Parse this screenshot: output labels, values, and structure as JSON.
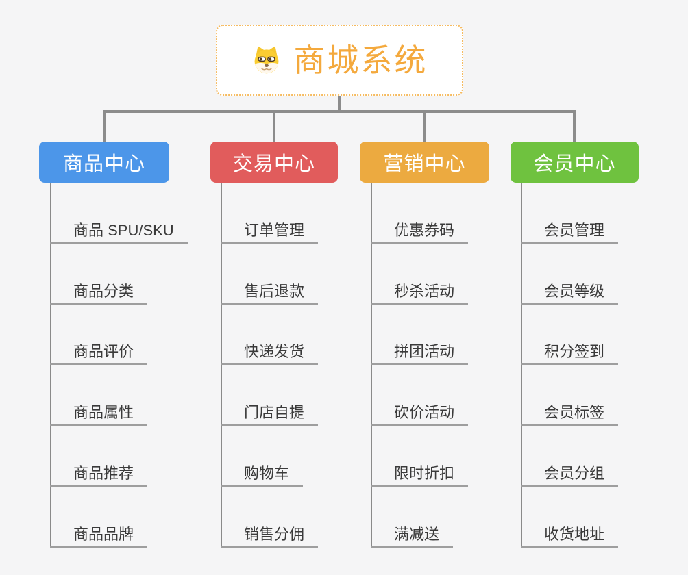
{
  "page": {
    "background": "#F5F5F6",
    "connector_color": "#8C8C8C",
    "leaf_underline_color": "#9E9E9E",
    "leaf_text_color": "#3A3A3A"
  },
  "root": {
    "title": "商城系统",
    "title_color": "#F4A93D",
    "border_color": "#F6BB60",
    "icon": "dog-face-icon"
  },
  "branches": [
    {
      "label": "商品中心",
      "color": "#4C96E9",
      "items": [
        "商品 SPU/SKU",
        "商品分类",
        "商品评价",
        "商品属性",
        "商品推荐",
        "商品品牌"
      ]
    },
    {
      "label": "交易中心",
      "color": "#E15C5C",
      "items": [
        "订单管理",
        "售后退款",
        "快递发货",
        "门店自提",
        "购物车",
        "销售分佣"
      ]
    },
    {
      "label": "营销中心",
      "color": "#ECAA40",
      "items": [
        "优惠券码",
        "秒杀活动",
        "拼团活动",
        "砍价活动",
        "限时折扣",
        "满减送"
      ]
    },
    {
      "label": "会员中心",
      "color": "#6FC23F",
      "items": [
        "会员管理",
        "会员等级",
        "积分签到",
        "会员标签",
        "会员分组",
        "收货地址"
      ]
    }
  ]
}
